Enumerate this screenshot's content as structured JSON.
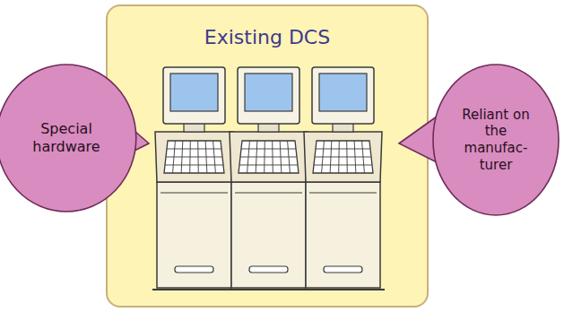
{
  "diagram": {
    "nodes": [
      {
        "text": [
          "Existing DCS"
        ]
      },
      {
        "text": [
          "Special hardware"
        ]
      },
      {
        "text": [
          "Reliant on the manufac- turer"
        ]
      }
    ]
  }
}
